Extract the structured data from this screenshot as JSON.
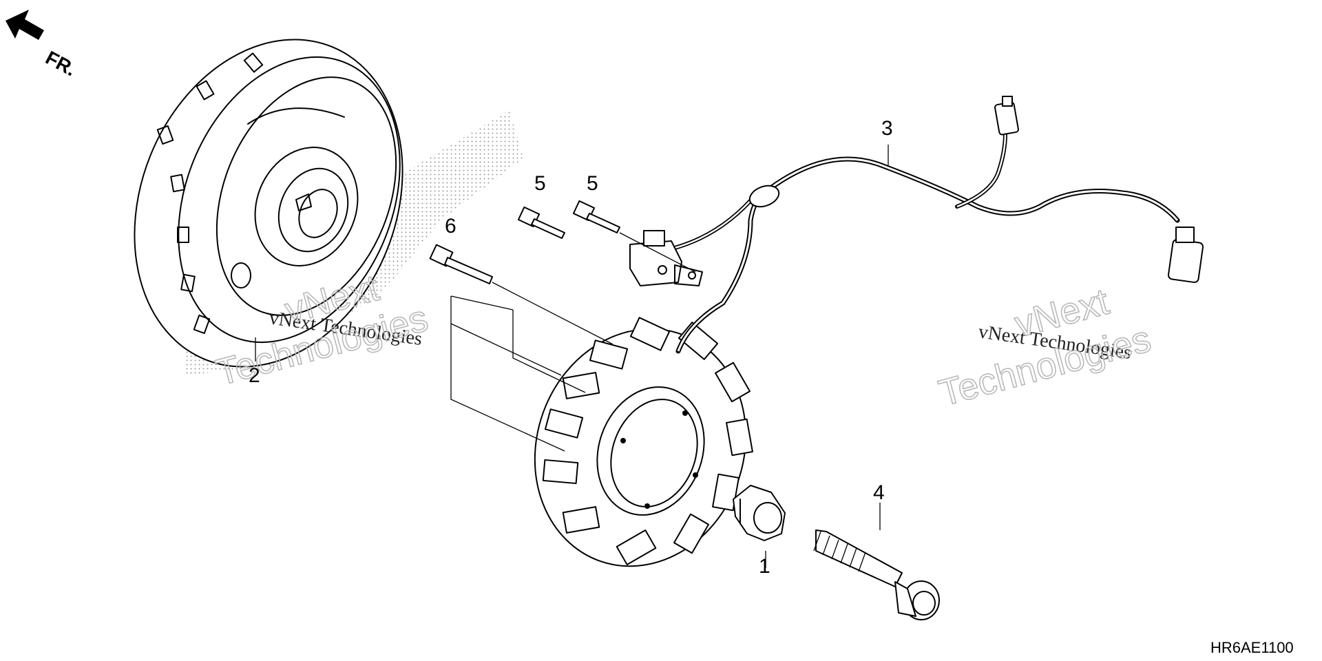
{
  "orientation": {
    "label": "FR.",
    "icon": "front-direction-arrow-icon"
  },
  "diagram_code": "HR6AE1100",
  "watermark": {
    "line1": "vNext Technologies",
    "line2": "vNext",
    "line3": "Technologies"
  },
  "callouts": [
    {
      "id": "callout-1",
      "number": "1",
      "part": "collar-nut"
    },
    {
      "id": "callout-2",
      "number": "2",
      "part": "flywheel-rotor"
    },
    {
      "id": "callout-3",
      "number": "3",
      "part": "wire-harness"
    },
    {
      "id": "callout-4",
      "number": "4",
      "part": "flange-bolt-large"
    },
    {
      "id": "callout-5a",
      "number": "5",
      "part": "sensor-bolt"
    },
    {
      "id": "callout-5b",
      "number": "5",
      "part": "sensor-bolt"
    },
    {
      "id": "callout-6",
      "number": "6",
      "part": "stator-bolt"
    }
  ]
}
